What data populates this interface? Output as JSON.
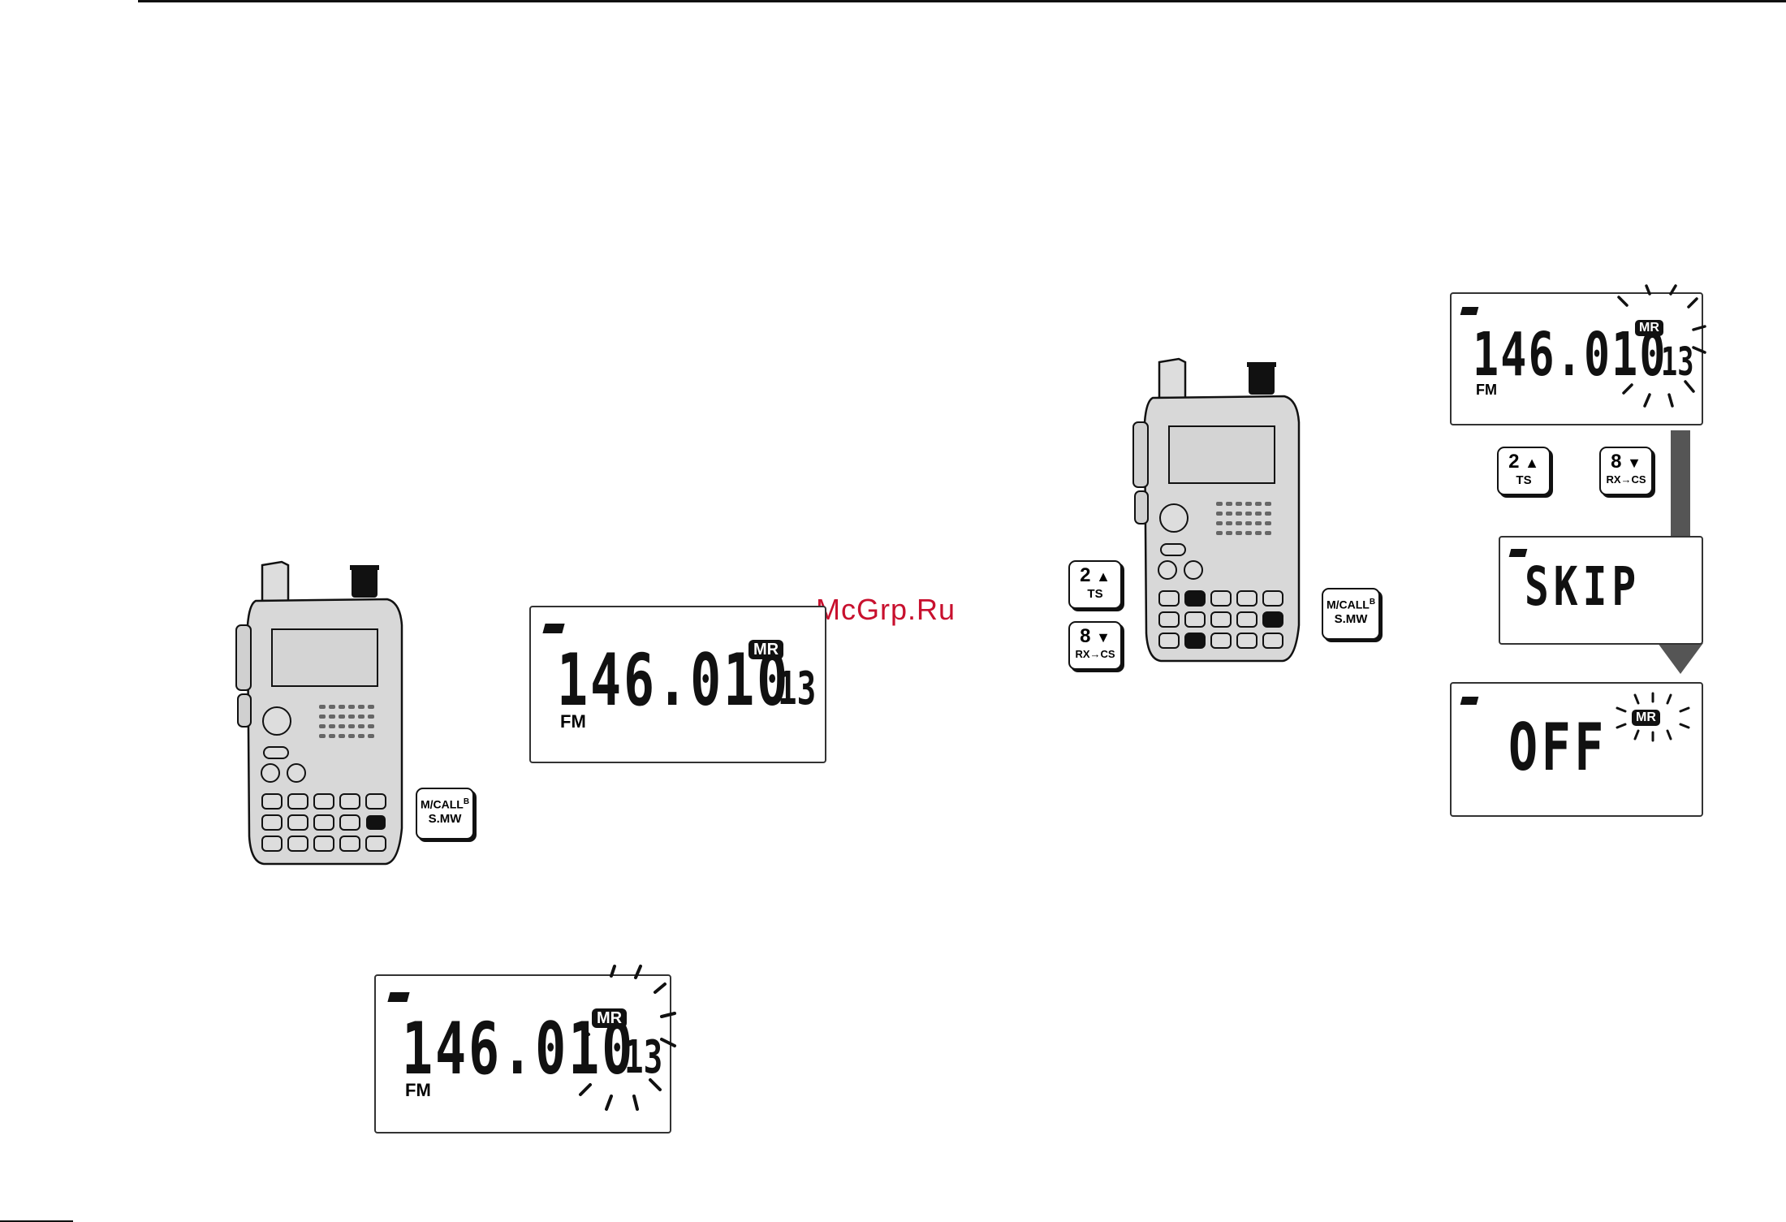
{
  "watermark": "McGrp.Ru",
  "lcd_small_label": "FM",
  "lcd_badge": "MR",
  "frequency": "146.010",
  "channel": "13",
  "skip_text": "SKIP",
  "off_text": "OFF",
  "key_mcall": {
    "top": "M/CALL",
    "sup": "B",
    "bottom": "S.MW"
  },
  "key_up": {
    "digit": "2",
    "arrow": "▲",
    "sub": "TS"
  },
  "key_down": {
    "digit": "8",
    "arrow": "▼",
    "sub": "RX→CS"
  }
}
